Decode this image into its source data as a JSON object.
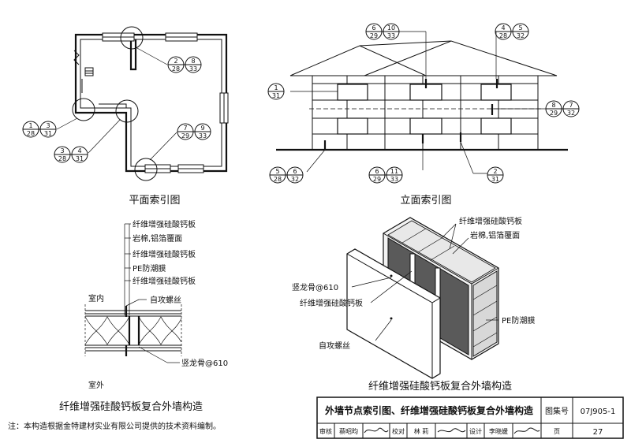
{
  "titles": {
    "plan": "平面索引图",
    "elevation": "立面索引图",
    "section": "纤维增强硅酸钙板复合外墙构造",
    "iso": "纤维增强硅酸钙板复合外墙构造"
  },
  "note": "注：本构造根据金特建材实业有限公司提供的技术资料编制。",
  "plan_refs": [
    {
      "top": "2",
      "bl": "28",
      "br": "8",
      "bot": "33"
    },
    {
      "top": "1",
      "bl": "28",
      "br": "3",
      "bot": "31"
    },
    {
      "top": "3",
      "bl": "28",
      "br": "4",
      "bot": "31"
    },
    {
      "top": "7",
      "bl": "29",
      "br": "9",
      "bot": "33"
    }
  ],
  "elev_refs": [
    {
      "top": "6",
      "bl": "29",
      "br": "10",
      "bot": "33"
    },
    {
      "top": "4",
      "bl": "28",
      "br": "5",
      "bot": "32"
    },
    {
      "top": "1",
      "bot": "31"
    },
    {
      "top": "8",
      "bl": "29",
      "br": "7",
      "bot": "32"
    },
    {
      "top": "5",
      "bl": "28",
      "br": "6",
      "bot": "32"
    },
    {
      "top": "6",
      "bl": "29",
      "br": "11",
      "bot": "33"
    },
    {
      "top": "2",
      "bot": "31"
    }
  ],
  "section_labels": {
    "l1": "纤维增强硅酸钙板",
    "l2": "岩棉,铝箔覆面",
    "l3": "纤维增强硅酸钙板",
    "l4": "PE防潮膜",
    "l5": "纤维增强硅酸钙板",
    "inside": "室内",
    "screw": "自攻螺丝",
    "stud": "竖龙骨@610",
    "outside": "室外"
  },
  "iso_labels": {
    "board_top": "纤维增强硅酸钙板",
    "wool": "岩棉,铝箔覆面",
    "stud": "竖龙骨@610",
    "board": "纤维增强硅酸钙板",
    "pe": "PE防潮膜",
    "screw": "自攻螺丝"
  },
  "title_block": {
    "title": "外墙节点索引图、纤维增强硅酸钙板复合外墙构造",
    "atlas_label": "图集号",
    "atlas_no": "07J905-1",
    "review_label": "审核",
    "reviewer": "蔡昭昀",
    "check_label": "校对",
    "checker": "林  莉",
    "design_label": "设计",
    "designer": "李晓媛",
    "page_label": "页",
    "page_no": "27"
  }
}
